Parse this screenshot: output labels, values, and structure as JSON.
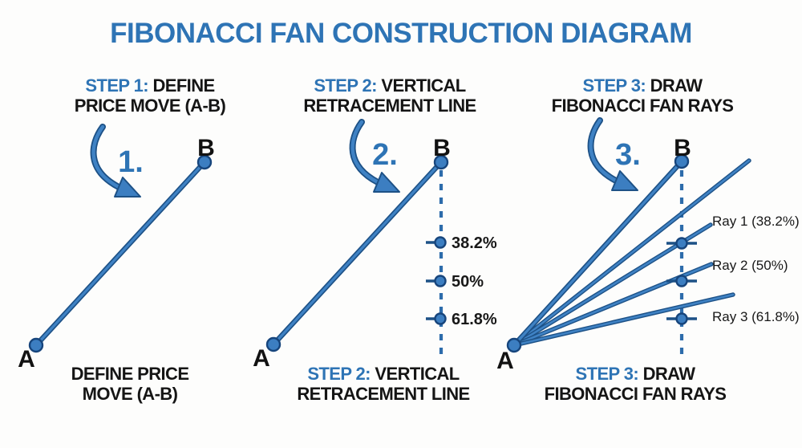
{
  "title": "FIBONACCI FAN CONSTRUCTION DIAGRAM",
  "colors": {
    "accent_blue": "#2e74b5",
    "line_blue": "#3f82c4",
    "line_dark_blue": "#1d5186",
    "text_black": "#151515",
    "background": "#fdfdfc"
  },
  "panels": [
    {
      "id": "step-1",
      "step_number": "1.",
      "header": {
        "step": "STEP 1:",
        "rest": "DEFINE",
        "line2": "PRICE MOVE (A-B)"
      },
      "caption": {
        "step": "",
        "rest": "DEFINE PRICE",
        "line2": "MOVE (A-B)"
      },
      "points": {
        "a": "A",
        "b": "B"
      }
    },
    {
      "id": "step-2",
      "step_number": "2.",
      "header": {
        "step": "STEP 2:",
        "rest": "VERTICAL",
        "line2": "RETRACEMENT LINE"
      },
      "caption": {
        "step": "STEP 2:",
        "rest": "VERTICAL",
        "line2": "RETRACEMENT LINE"
      },
      "points": {
        "a": "A",
        "b": "B"
      },
      "levels": [
        "38.2%",
        "50%",
        "61.8%"
      ]
    },
    {
      "id": "step-3",
      "step_number": "3.",
      "header": {
        "step": "STEP 3:",
        "rest": "DRAW",
        "line2": "FIBONACCI FAN RAYS"
      },
      "caption": {
        "step": "STEP 3:",
        "rest": "DRAW",
        "line2": "FIBONACCI FAN RAYS"
      },
      "points": {
        "a": "A",
        "b": "B"
      },
      "rays": [
        "Ray 1 (38.2%)",
        "Ray 2 (50%)",
        "Ray 3 (61.8%)"
      ]
    }
  ]
}
